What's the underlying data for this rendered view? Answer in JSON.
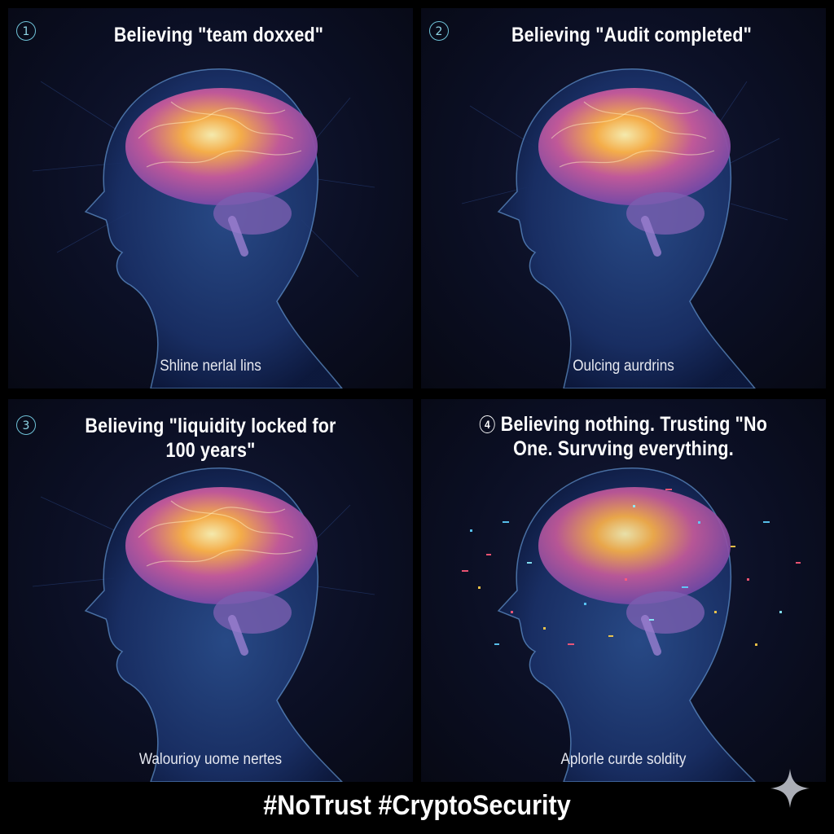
{
  "panels": [
    {
      "number": "1",
      "title": "Believing \"team doxxed\"",
      "caption": "Shline nerlal lins"
    },
    {
      "number": "2",
      "title": "Believing \"Audit completed\"",
      "caption": "Oulcing aurdrins"
    },
    {
      "number": "3",
      "title": "Believing \"liquidity locked for 100 years\"",
      "caption": "Walourioy uome nertes"
    },
    {
      "number": "4",
      "title": "Believing nothing. Trusting \"No One. Survving everything.",
      "caption": "Aplorle curde soldity"
    }
  ],
  "footer": "#NoTrust #CryptoSecurity",
  "colors": {
    "background": "#0b0f24",
    "accent": "#6fc3d8",
    "brain_glow": "#ffd36a"
  },
  "icons": [
    "head-silhouette-icon",
    "brain-icon",
    "sparkle-icon"
  ]
}
